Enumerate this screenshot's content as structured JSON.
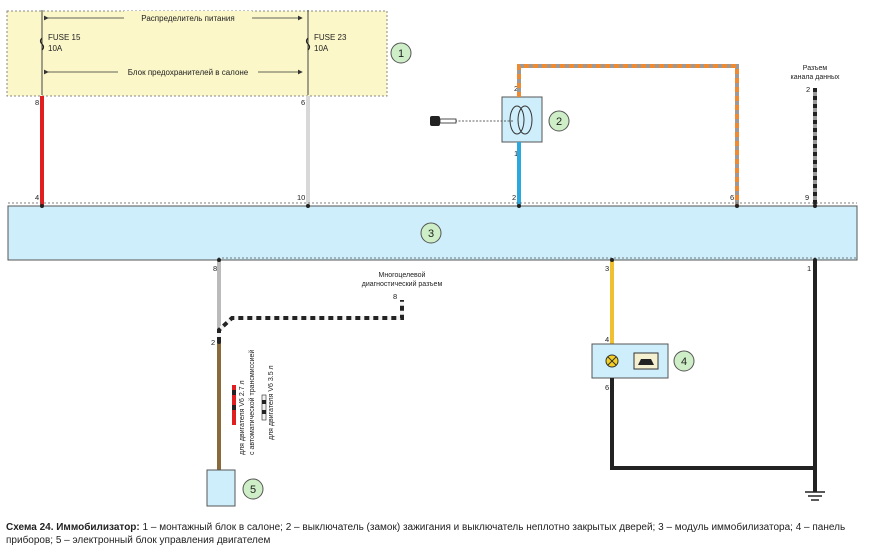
{
  "labels": {
    "power_distributor": "Распределитель питания",
    "fuse_block": "Блок предохранителей в салоне",
    "fuse15": "FUSE 15",
    "fuse15_amp": "10A",
    "fuse23": "FUSE 23",
    "fuse23_amp": "10A",
    "data_connector_1": "Разъем",
    "data_connector_2": "канала данных",
    "diag_connector_1": "Многоцелевой",
    "diag_connector_2": "диагностический разъем",
    "v6_27_1": "для двигателя V6 2.7 л",
    "v6_27_2": "с автоматической трансмиссией",
    "v6_35": "для двигателя V6 3.5 л"
  },
  "callouts": [
    "1",
    "2",
    "3",
    "4",
    "5"
  ],
  "pins": {
    "fuse15_out": "8",
    "fuse23_out": "6",
    "mod_4": "4",
    "mod_10": "10",
    "mod_2": "2",
    "mod_6": "6",
    "mod_9": "9",
    "ign_top": "2",
    "ign_bot": "1",
    "data_top": "2",
    "mod_8": "8",
    "mod_3": "3",
    "mod_1": "1",
    "diag_8": "8",
    "splice_2": "2",
    "panel_4": "4",
    "panel_6": "6"
  },
  "caption": {
    "title": "Схема 24. Иммобилизатор:",
    "text": " 1 – монтажный блок в салоне; 2 – выключатель (замок) зажигания и выключатель неплотно закрытых дверей; 3 – модуль иммобилизатора; 4 – панель приборов; 5 – электронный блок управления двигателем"
  },
  "colors": {
    "fuse_box_fill": "#fbf7c8",
    "module_fill": "#cdeefa",
    "callout_fill": "#cdeec6",
    "wire_red": "#e02020",
    "wire_white": "#d8d8d8",
    "wire_blue": "#2aa8e0",
    "wire_orange": "#f08a30",
    "wire_yellow": "#f0c030",
    "wire_brown": "#8a6a3a",
    "wire_black": "#222222"
  }
}
